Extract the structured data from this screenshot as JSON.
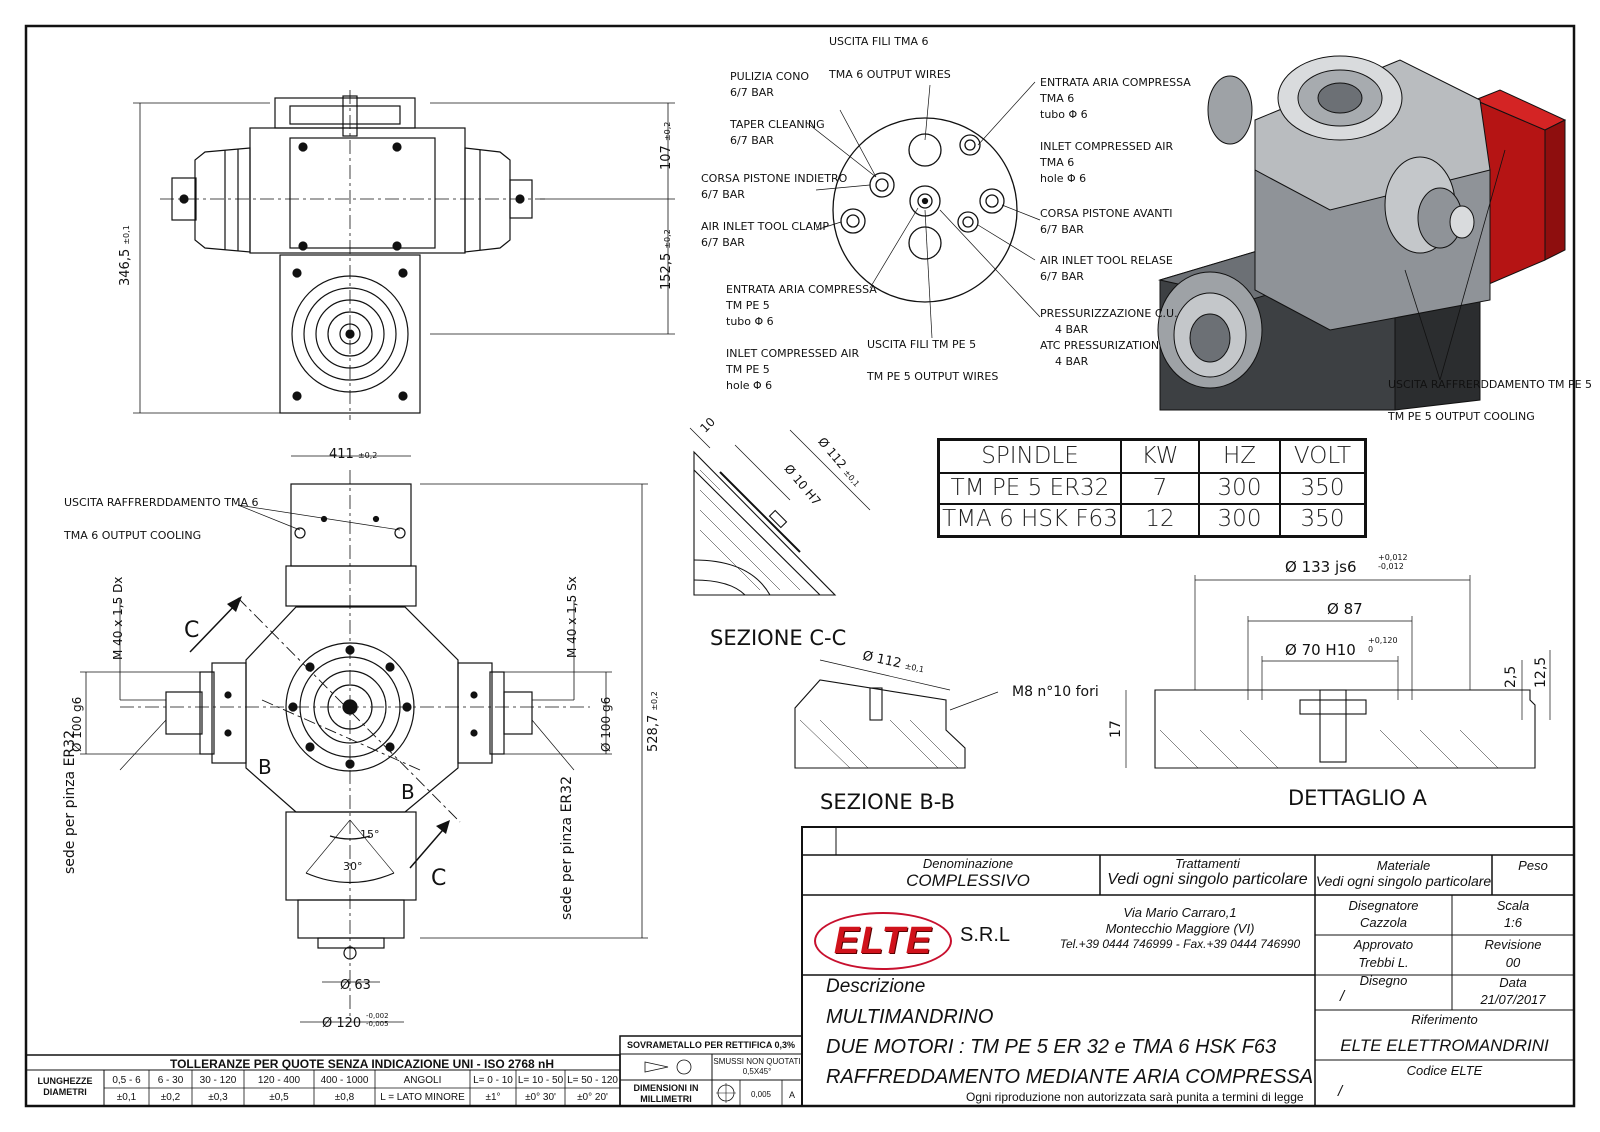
{
  "labels": {
    "uscita_fili_tma6": "USCITA FILI TMA 6",
    "tma6_output_wires": "TMA 6 OUTPUT WIRES",
    "pulizia_cono": "PULIZIA CONO",
    "pulizia_cono_bar": "6/7 BAR",
    "taper_cleaning": "TAPER CLEANING",
    "taper_cleaning_bar": "6/7 BAR",
    "corsa_pistone_indietro": "CORSA PISTONE INDIETRO",
    "corsa_pistone_indietro_bar": "6/7 BAR",
    "air_inlet_tool_clamp": "AIR INLET TOOL CLAMP",
    "air_inlet_tool_clamp_bar": "6/7 BAR",
    "entrata_aria_tmpe5": "ENTRATA ARIA COMPRESSA",
    "entrata_aria_tmpe5_l2": "TM PE 5",
    "entrata_aria_tmpe5_l3": "tubo Φ 6",
    "inlet_air_tmpe5": "INLET COMPRESSED AIR",
    "inlet_air_tmpe5_l2": "TM PE 5",
    "inlet_air_tmpe5_l3": "hole Φ 6",
    "uscita_fili_tmpe5": "USCITA FILI TM PE 5",
    "tmpe5_output_wires": "TM PE 5  OUTPUT WIRES",
    "entrata_aria_tma6": "ENTRATA ARIA COMPRESSA",
    "entrata_aria_tma6_l2": "TMA 6",
    "entrata_aria_tma6_l3": "tubo Φ 6",
    "inlet_air_tma6": "INLET COMPRESSED AIR",
    "inlet_air_tma6_l2": "TMA 6",
    "inlet_air_tma6_l3": "hole Φ 6",
    "corsa_pistone_avanti": "CORSA PISTONE AVANTI",
    "corsa_pistone_avanti_bar": "6/7 BAR",
    "air_inlet_tool_relase": "AIR INLET TOOL RELASE",
    "air_inlet_tool_relase_bar": "6/7 BAR",
    "pressurizzazione": "PRESSURIZZAZIONE C.U.",
    "pressurizzazione_bar": "4 BAR",
    "atc_pressurization": "ATC PRESSURIZATION",
    "atc_pressurization_bar": "4 BAR",
    "uscita_raffr_tmpe5": "USCITA RAFFRERDDAMENTO TM PE 5",
    "tmpe5_output_cooling": "TM PE 5 OUTPUT COOLING",
    "uscita_raffr_tma6": "USCITA RAFFRERDDAMENTO TMA 6",
    "tma6_output_cooling": "TMA 6 OUTPUT COOLING",
    "sede_pinza_left": "sede per pinza ER32",
    "sede_pinza_right": "sede per pinza ER32",
    "sezione_cc": "SEZIONE C-C",
    "sezione_bb": "SEZIONE B-B",
    "dettaglio_a": "DETTAGLIO A",
    "m8_fori": "M8 n°10 fori",
    "section_letter_c": "C",
    "section_letter_b": "B"
  },
  "dimensions": {
    "d346": "346,5",
    "d346_tol": "±0,1",
    "d107": "107",
    "d107_tol": "±0,2",
    "d152": "152,5",
    "d152_tol": "±0,2",
    "d411": "411",
    "d411_tol": "±0,2",
    "d528": "528,7",
    "d528_tol": "±0,2",
    "m40dx": "M 40 x 1,5 Dx",
    "m40sx": "M 40 x 1,5 Sx",
    "d100_left": "Ø 100 g6",
    "d100_right": "Ø 100 g6",
    "a15": "15°",
    "a30": "30°",
    "d63": "Ø 63",
    "d120": "Ø 120",
    "d120_tol_up": "-0,002",
    "d120_tol_dn": "-0,005",
    "cc_10": "10",
    "cc_d10": "Ø 10 H7",
    "cc_d112": "Ø 112",
    "cc_d112_tol": "±0,1",
    "bb_d112": "Ø 112",
    "bb_d112_tol": "±0,1",
    "a_d133": "Ø 133 js6",
    "a_d133_tol_up": "+0,012",
    "a_d133_tol_dn": "-0,012",
    "a_d87": "Ø 87",
    "a_d70": "Ø 70 H10",
    "a_d70_tol_up": "+0,120",
    "a_d70_tol_dn": "0",
    "a_25": "2,5",
    "a_125": "12,5",
    "a_17": "17"
  },
  "spindle_table": {
    "headers": [
      "SPINDLE",
      "KW",
      "HZ",
      "VOLT"
    ],
    "rows": [
      [
        "TM PE 5 ER32",
        "7",
        "300",
        "350"
      ],
      [
        "TMA 6 HSK F63",
        "12",
        "300",
        "350"
      ]
    ]
  },
  "title_block": {
    "denominazione_label": "Denominazione",
    "denominazione": "COMPLESSIVO",
    "trattamenti_label": "Trattamenti",
    "trattamenti": "Vedi ogni singolo particolare",
    "materiale_label": "Materiale",
    "materiale": "Vedi ogni singolo particolare",
    "peso_label": "Peso",
    "logo": "ELTE",
    "srl": "S.R.L",
    "address_1": "Via Mario Carraro,1",
    "address_2": "Montecchio Maggiore (VI)",
    "address_3": "Tel.+39 0444 746999 - Fax.+39 0444 746990",
    "disegnatore_label": "Disegnatore",
    "disegnatore": "Cazzola",
    "scala_label": "Scala",
    "scala": "1:6",
    "approvato_label": "Approvato",
    "approvato": "Trebbi L.",
    "revisione_label": "Revisione",
    "revisione": "00",
    "disegno_label": "Disegno",
    "disegno": "/",
    "data_label": "Data",
    "data": "21/07/2017",
    "descrizione_label": "Descrizione",
    "descr_1": "MULTIMANDRINO",
    "descr_2": "DUE MOTORI : TM PE 5 ER 32 e TMA 6 HSK F63",
    "descr_3": "RAFFREDDAMENTO MEDIANTE ARIA COMPRESSA",
    "riproduzione": "Ogni riproduzione non autorizzata sarà punita a termini di legge",
    "riferimento_label": "Riferimento",
    "riferimento": "ELTE ELETTROMANDRINI",
    "codice_label": "Codice ELTE",
    "codice": "/"
  },
  "tolerance_block": {
    "title": "TOLLERANZE PER QUOTE SENZA INDICAZIONE UNI - ISO 2768 nH",
    "row_label": "LUNGHEZZE DIAMETRI",
    "ranges": [
      "0,5 - 6",
      "6 - 30",
      "30 - 120",
      "120 - 400",
      "400 - 1000",
      "ANGOLI",
      "L= 0 - 10",
      "L= 10 - 50",
      "L= 50 - 120"
    ],
    "values": [
      "±0,1",
      "±0,2",
      "±0,3",
      "±0,5",
      "±0,8",
      "L = LATO MINORE",
      "±1°",
      "±0° 30'",
      "±0° 20'"
    ],
    "sovrametallo": "SOVRAMETALLO PER RETTIFICA 0,3%",
    "smussi": "SMUSSI NON QUOTATI 0,5X45°",
    "dimensioni": "DIMENSIONI IN MILLIMETRI",
    "val_0005": "0,005",
    "datum_a": "A"
  },
  "colors": {
    "line": "#111111",
    "render_grey": "#5e6266",
    "render_light": "#b9bcbf",
    "render_red": "#c41a1a",
    "logo_red": "#d0121b"
  }
}
